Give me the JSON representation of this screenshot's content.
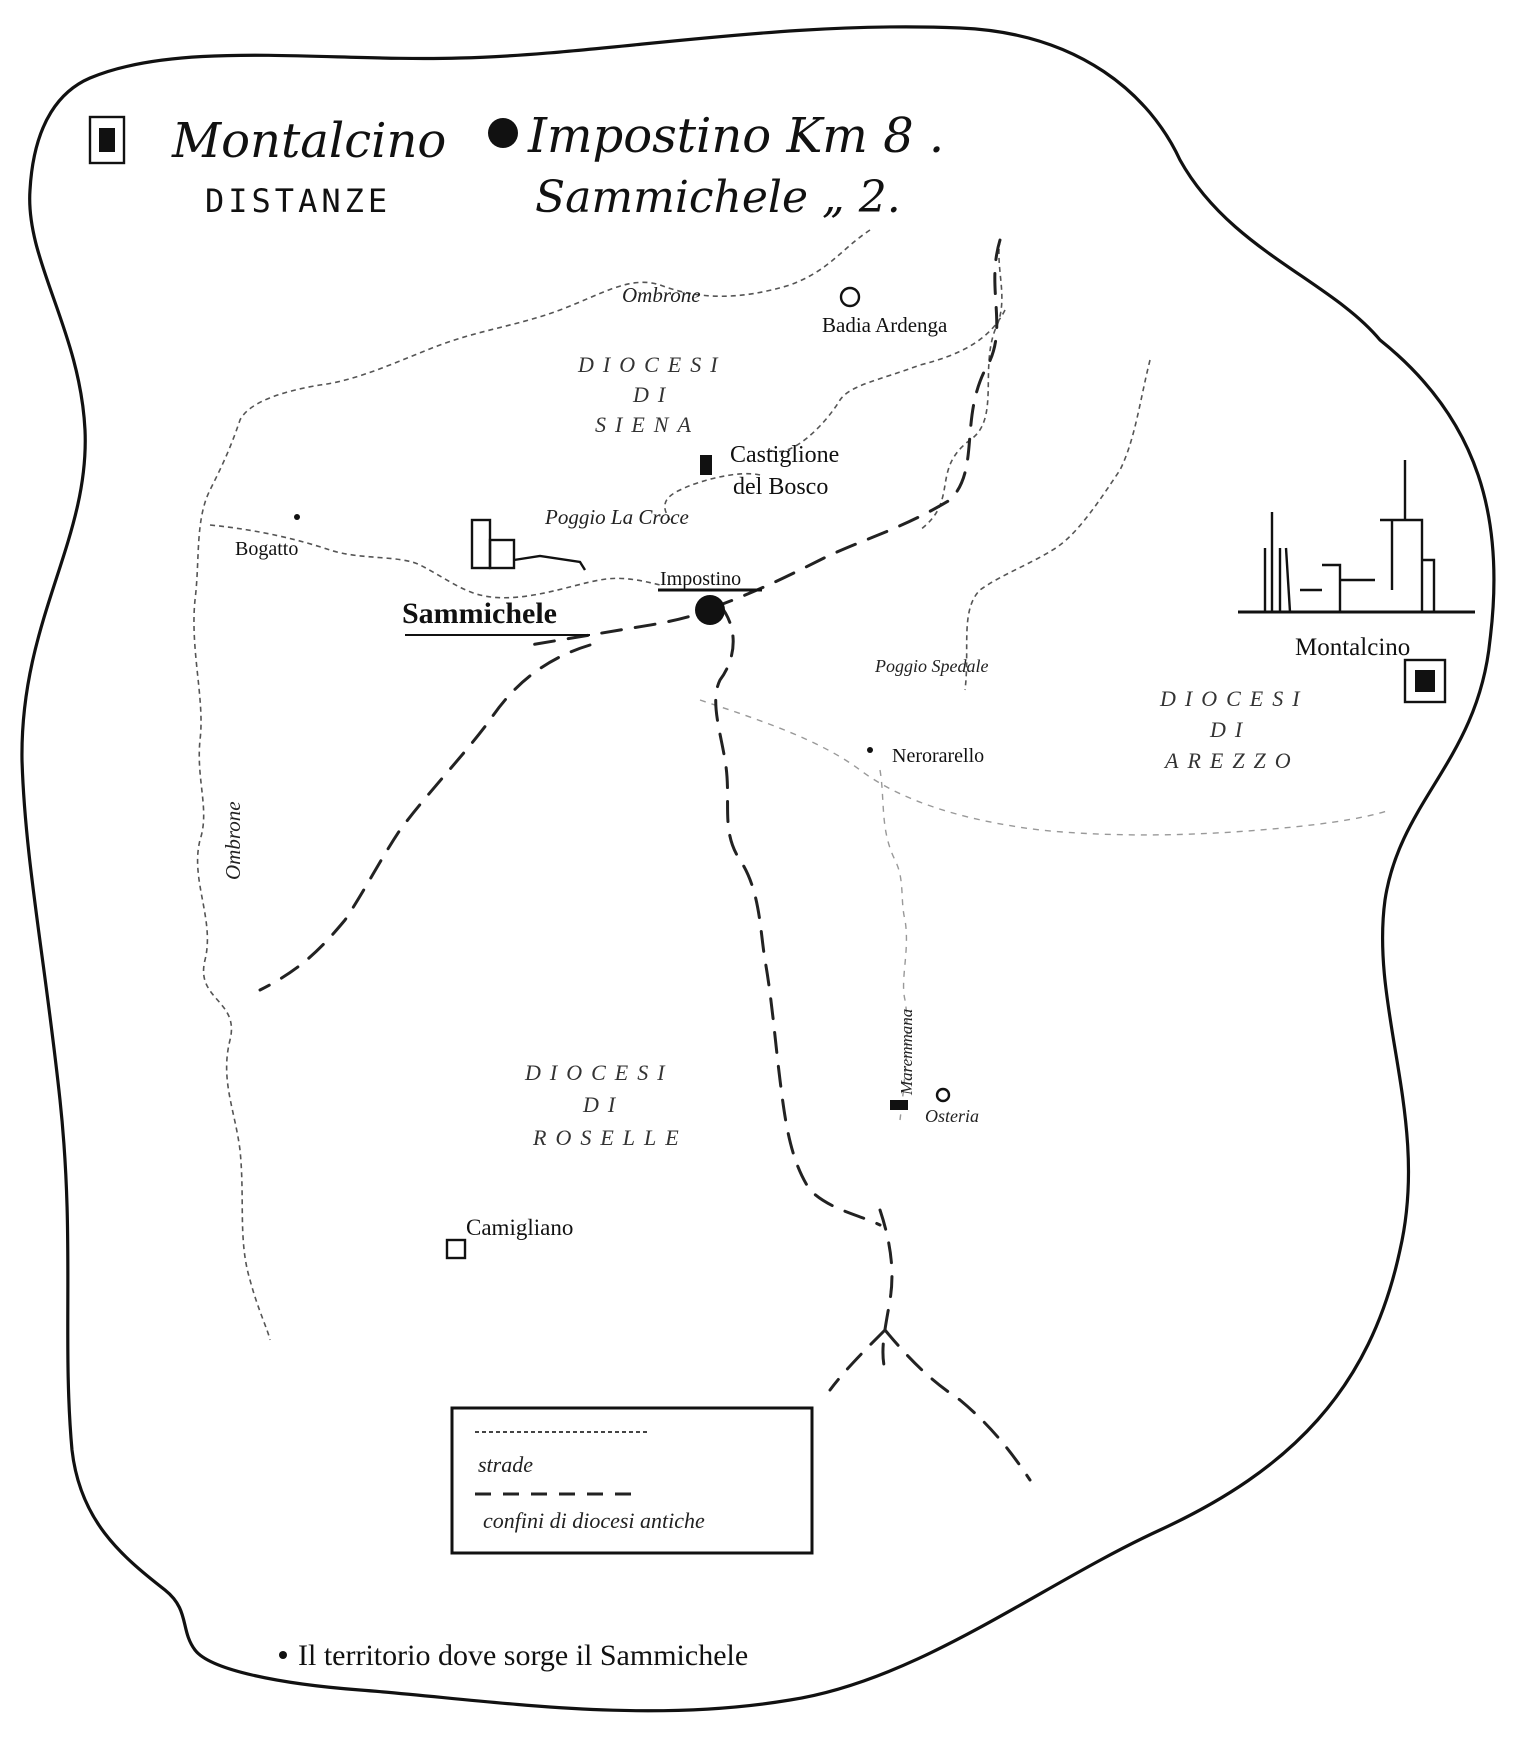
{
  "header": {
    "line1_left": "Montalcino",
    "line1_right": "Impostino Km 8 .",
    "line2_left": "DISTANZE",
    "line2_right": "Sammichele  „ 2."
  },
  "places": {
    "badia": "Badia Ardenga",
    "ombrone_top": "Ombrone",
    "ombrone_left": "Ombrone",
    "castiglione_1": "Castiglione",
    "castiglione_2": "del Bosco",
    "poggio_croce": "Poggio La Croce",
    "bogatto": "Bogatto",
    "sammichele": "Sammichele",
    "impostino": "Impostino",
    "montalcino": "Montalcino",
    "poggio_spedale": "Poggio Spedale",
    "nerorarello": "Nerorarello",
    "camigliano": "Camigliano",
    "maremmana": "Maremmana",
    "osteria": "Osteria"
  },
  "dioceses": {
    "siena": [
      "DIOCESI",
      "DI",
      "SIENA"
    ],
    "arezzo": [
      "DIOCESI",
      "DI",
      "AREZZO"
    ],
    "roselle": [
      "DIOCESI",
      "DI",
      "ROSELLE"
    ]
  },
  "legend": {
    "roads": "strade",
    "borders": "confini di diocesi antiche"
  },
  "footer": {
    "caption": "Il territorio dove sorge il Sammichele"
  }
}
